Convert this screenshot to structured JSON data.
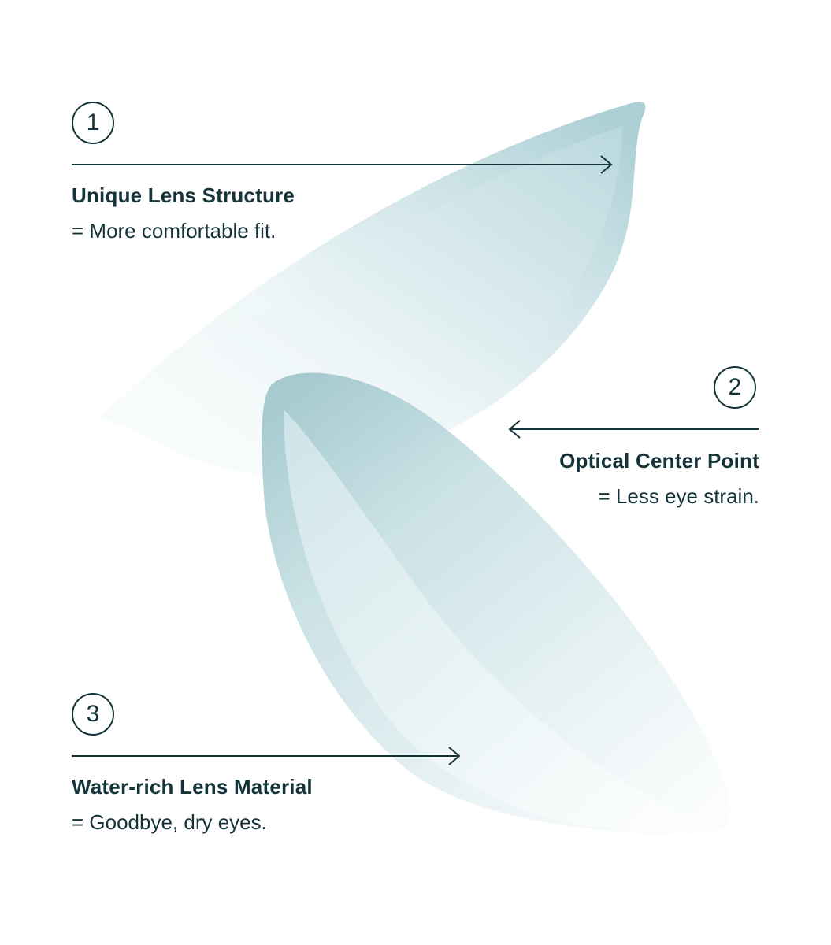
{
  "colors": {
    "text": "#15343a",
    "lens_dark": "#9fc6cc",
    "lens_light": "#f4f9fa"
  },
  "callouts": [
    {
      "number": "1",
      "title": "Unique Lens Structure",
      "subtitle": "= More comfortable fit.",
      "arrow": "right"
    },
    {
      "number": "2",
      "title": "Optical Center Point",
      "subtitle": "= Less eye strain.",
      "arrow": "left"
    },
    {
      "number": "3",
      "title": "Water-rich Lens Material",
      "subtitle": "= Goodbye, dry eyes.",
      "arrow": "right"
    }
  ]
}
